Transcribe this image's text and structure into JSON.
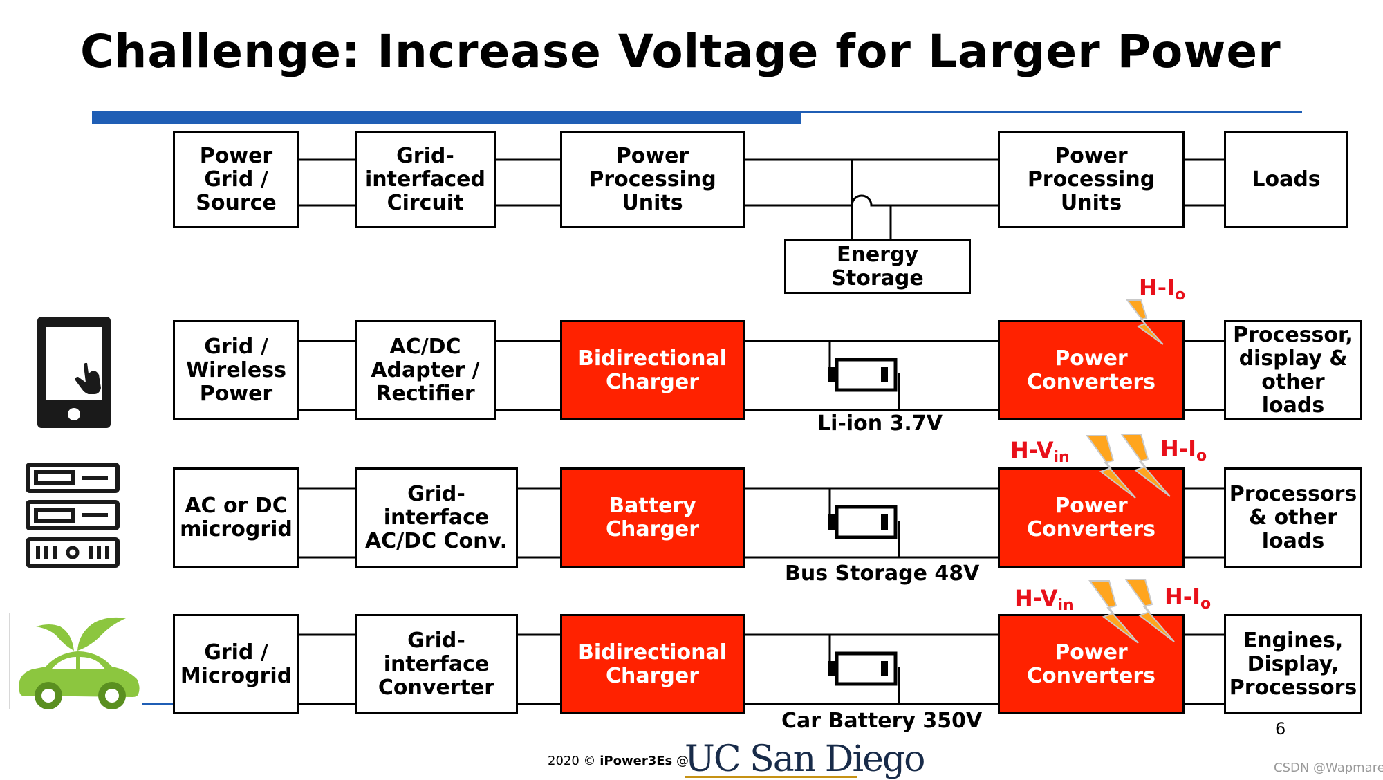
{
  "title": "Challenge: Increase Voltage for Larger Power",
  "generic_chain": {
    "source": "Power\nGrid /\nSource",
    "interface": "Grid-\ninterfaced\nCircuit",
    "ppu1": "Power\nProcessing\nUnits",
    "storage": "Energy Storage",
    "ppu2": "Power\nProcessing\nUnits",
    "loads": "Loads"
  },
  "rows": [
    {
      "icon": "smartphone-icon",
      "source": "Grid /\nWireless\nPower",
      "interface": "AC/DC\nAdapter /\nRectifier",
      "charger": "Bidirectional\nCharger",
      "storage": "Li-ion 3.7V",
      "converter": "Power\nConverters",
      "loads": "Processor,\ndisplay &\nother loads",
      "highlights": [
        "H-I"
      ]
    },
    {
      "icon": "server-icon",
      "source": "AC or DC\nmicrogrid",
      "interface": "Grid-\ninterface\nAC/DC Conv.",
      "charger": "Battery\nCharger",
      "storage": "Bus Storage 48V",
      "converter": "Power\nConverters",
      "loads": "Processors\n& other\nloads",
      "highlights": [
        "H-V",
        "H-I"
      ]
    },
    {
      "icon": "electric-car-icon",
      "source": "Grid /\nMicrogrid",
      "interface": "Grid-\ninterface\nConverter",
      "charger": "Bidirectional\nCharger",
      "storage": "Car Battery 350V",
      "converter": "Power\nConverters",
      "loads": "Engines,\nDisplay,\nProcessors",
      "highlights": [
        "H-V",
        "H-I"
      ]
    }
  ],
  "highlight_subscripts": {
    "current": "o",
    "voltage": "in"
  },
  "colors": {
    "accent_red": "#ff2200",
    "warning_red": "#e8101a",
    "rule_blue": "#1f5eb5",
    "bolt_orange": "#ffa51e",
    "car_green": "#8cc63f"
  },
  "page_number": "6",
  "footer": {
    "year": "2020 © ",
    "group": "iPower3Es",
    "at": " @",
    "university": "UC San Diego"
  },
  "watermark": "CSDN @Wapmare"
}
